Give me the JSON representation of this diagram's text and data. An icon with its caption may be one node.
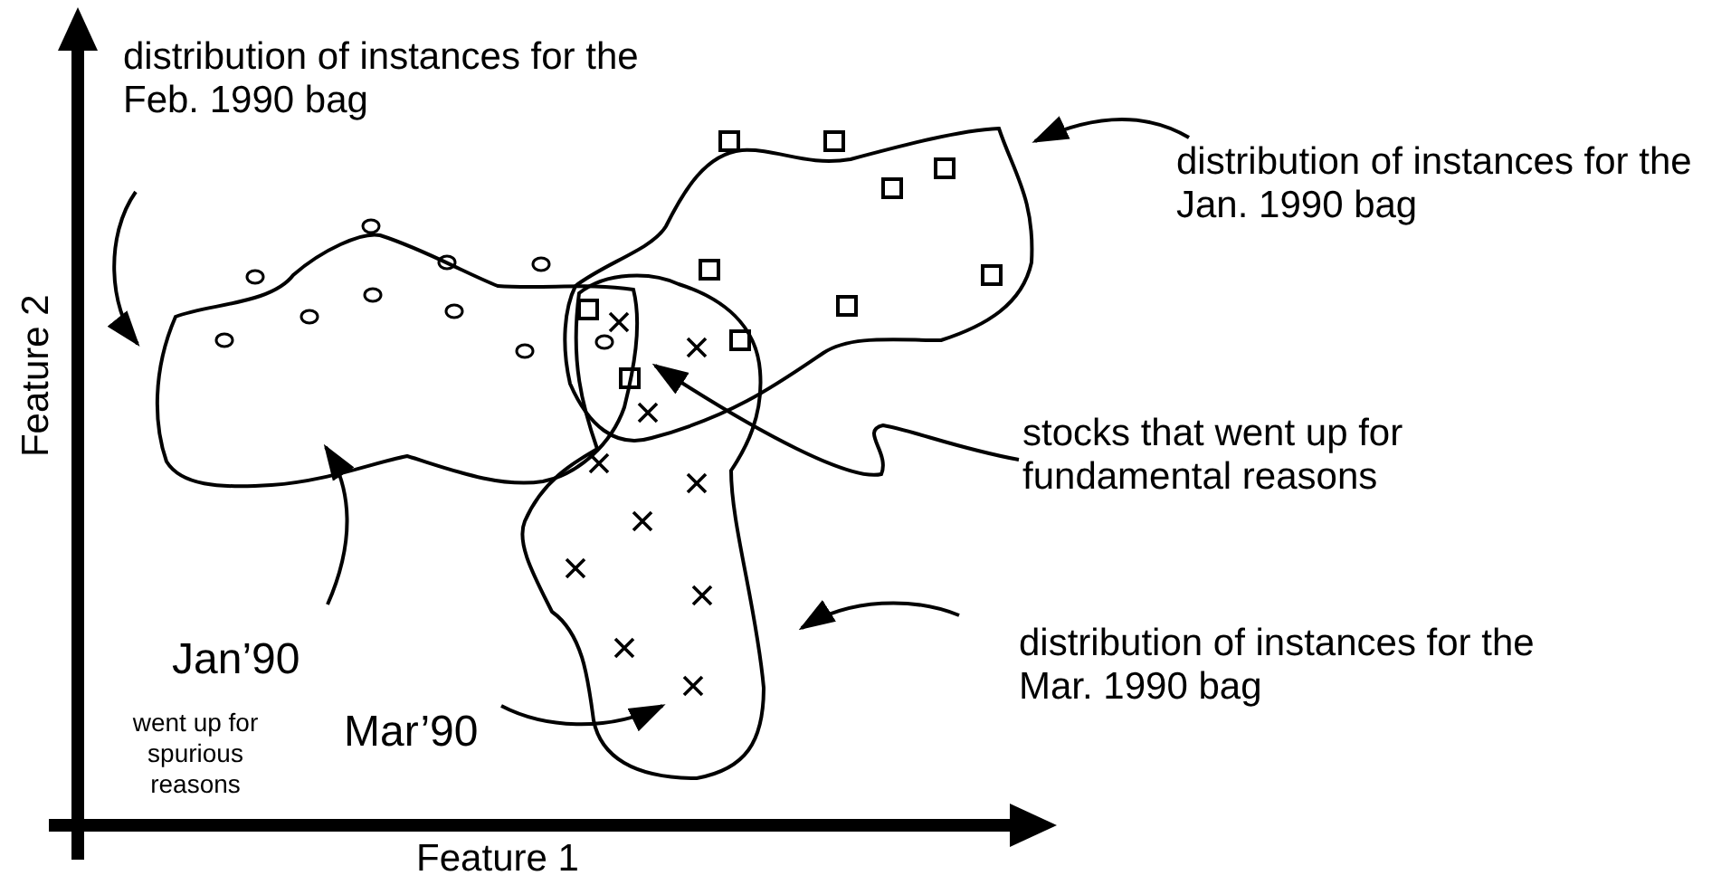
{
  "diagram": {
    "nodes": [
      {
        "text": [
          "distribution of instances for the Feb. 1990 bag"
        ]
      },
      {
        "text": [],
        "shape": "cloud"
      },
      {
        "text": [],
        "shape": "cloud"
      },
      {
        "text": [
          "distribution of instances for the Jan. 1990 bag"
        ]
      },
      {
        "text": [],
        "shape": "cloud"
      },
      {
        "text": [
          "stocks that went up for fundamental reasons"
        ]
      },
      {
        "text": [
          "distribution of instances for the Mar. 1990 bag"
        ]
      },
      {
        "text": [
          "Jan’90"
        ]
      },
      {
        "text": [
          "Mar’90"
        ]
      }
    ],
    "edges": [
      {
        "from": 0,
        "to": 1,
        "arrow": "to"
      },
      {
        "from": 3,
        "to": 2,
        "arrow": "to"
      },
      {
        "from": 5,
        "to": 1,
        "arrow": "to"
      },
      {
        "from": 6,
        "to": 4,
        "arrow": "to"
      },
      {
        "from": 7,
        "to": 1,
        "arrow": "to"
      },
      {
        "from": 8,
        "to": 4,
        "arrow": "to"
      }
    ],
    "labels": [
      "Feature 2",
      "Feature 1",
      "went up for spurious reasons"
    ]
  }
}
